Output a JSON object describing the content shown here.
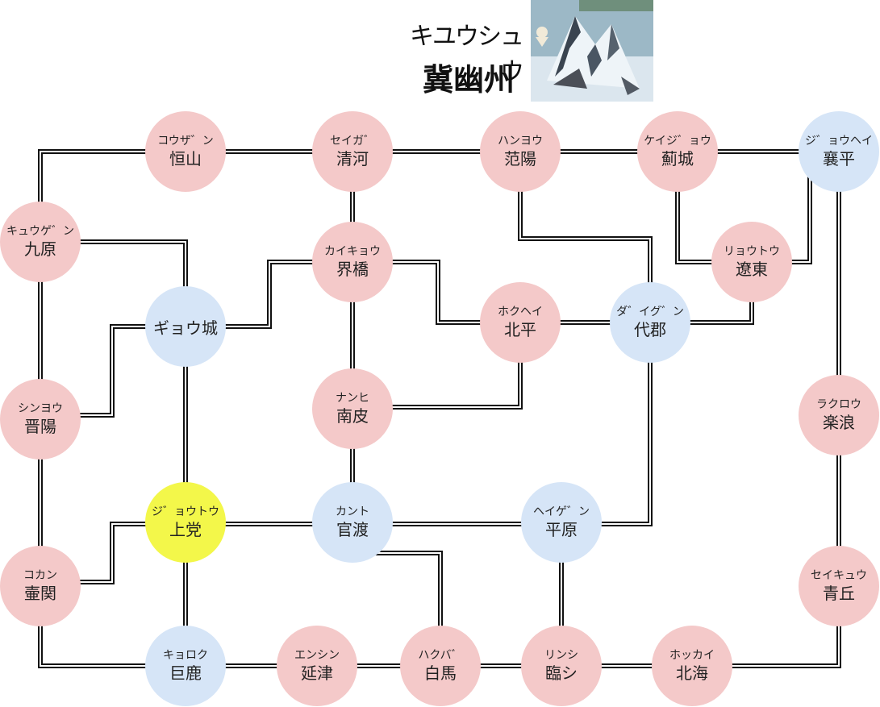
{
  "header": {
    "province_kana": "キユウシュウ",
    "province_name": "冀幽州"
  },
  "map_image": "snowy-mountain-thumbnail",
  "colors": {
    "enemy_city": "#f4c9c9",
    "allied_city": "#d6e5f7",
    "selected_city": "#f3f74a",
    "road": "#111111"
  },
  "cities": [
    {
      "id": "kouzan",
      "ruby": "コウザ゛ン",
      "name": "恒山",
      "type": "enemy"
    },
    {
      "id": "seiga",
      "ruby": "セイガ゛",
      "name": "清河",
      "type": "enemy"
    },
    {
      "id": "hanyou",
      "ruby": "ハンヨウ",
      "name": "范陽",
      "type": "enemy"
    },
    {
      "id": "keijou",
      "ruby": "ケイジ゛ョウ",
      "name": "薊城",
      "type": "enemy"
    },
    {
      "id": "jouhei",
      "ruby": "ジ゛ョウヘイ",
      "name": "襄平",
      "type": "allied"
    },
    {
      "id": "kyuugen",
      "ruby": "キュウゲ゛ン",
      "name": "九原",
      "type": "enemy"
    },
    {
      "id": "kaikyou",
      "ruby": "カイキョウ",
      "name": "界橋",
      "type": "enemy"
    },
    {
      "id": "ryoutou",
      "ruby": "リョウトウ",
      "name": "遼東",
      "type": "enemy"
    },
    {
      "id": "gyou",
      "ruby": "",
      "name": "ギョウ城",
      "type": "allied"
    },
    {
      "id": "hokuhei",
      "ruby": "ホクヘイ",
      "name": "北平",
      "type": "enemy"
    },
    {
      "id": "daigun",
      "ruby": "ダ゛イグ゛ン",
      "name": "代郡",
      "type": "allied"
    },
    {
      "id": "shinyou",
      "ruby": "シンヨウ",
      "name": "晋陽",
      "type": "enemy"
    },
    {
      "id": "nanhi",
      "ruby": "ナンヒ",
      "name": "南皮",
      "type": "enemy"
    },
    {
      "id": "rakurou",
      "ruby": "ラクロウ",
      "name": "楽浪",
      "type": "enemy"
    },
    {
      "id": "joutou",
      "ruby": "ジ゛ョウトウ",
      "name": "上党",
      "type": "selected"
    },
    {
      "id": "kanto",
      "ruby": "カント",
      "name": "官渡",
      "type": "allied"
    },
    {
      "id": "heigen",
      "ruby": "ヘイゲ゛ン",
      "name": "平原",
      "type": "allied"
    },
    {
      "id": "kokan",
      "ruby": "コカン",
      "name": "壷関",
      "type": "enemy"
    },
    {
      "id": "seikyuu",
      "ruby": "セイキュウ",
      "name": "青丘",
      "type": "enemy"
    },
    {
      "id": "kyoroku",
      "ruby": "キョロク",
      "name": "巨鹿",
      "type": "allied"
    },
    {
      "id": "enshin",
      "ruby": "エンシン",
      "name": "延津",
      "type": "enemy"
    },
    {
      "id": "hakuba",
      "ruby": "ハクバ゛",
      "name": "白馬",
      "type": "enemy"
    },
    {
      "id": "rinshi",
      "ruby": "リンシ",
      "name": "臨シ",
      "type": "enemy"
    },
    {
      "id": "hokkai",
      "ruby": "ホッカイ",
      "name": "北海",
      "type": "enemy"
    }
  ]
}
